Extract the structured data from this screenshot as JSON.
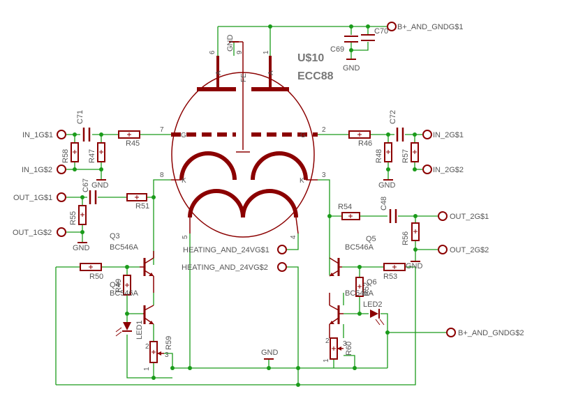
{
  "schematic": {
    "tube": {
      "name": "U$10",
      "value": "ECC88"
    },
    "tube_pins": {
      "p6": "6",
      "p9": "9",
      "p1": "1",
      "p7": "7",
      "p2": "2",
      "p8": "8",
      "p3": "3",
      "p5": "5",
      "p4": "4",
      "a1": "A",
      "a2": "A",
      "fe": "FE",
      "g1": "G",
      "g2": "G",
      "k1": "K",
      "k2": "K"
    },
    "connectors": {
      "bplus1": "B+_AND_GNDG$1",
      "bplus2": "B+_AND_GNDG$2",
      "in1g1": "IN_1G$1",
      "in1g2": "IN_1G$2",
      "in2g1": "IN_2G$1",
      "in2g2": "IN_2G$2",
      "out1g1": "OUT_1G$1",
      "out1g2": "OUT_1G$2",
      "out2g1": "OUT_2G$1",
      "out2g2": "OUT_2G$2",
      "heat1": "HEATING_AND_24VG$1",
      "heat2": "HEATING_AND_24VG$2"
    },
    "components": {
      "c70": "C70",
      "c69": "C69",
      "c71": "C71",
      "c72": "C72",
      "c67": "C67",
      "c48": "C48",
      "r45": "R45",
      "r46": "R46",
      "r47": "R47",
      "r48": "R48",
      "r58": "R58",
      "r57": "R57",
      "r51": "R51",
      "r54": "R54",
      "r55": "R55",
      "r56": "R56",
      "r50": "R50",
      "r53": "R53",
      "r49": "R49",
      "r52": "R52",
      "r59": "R59",
      "r60": "R60",
      "q3": "Q3",
      "q3v": "BC546A",
      "q4": "Q4",
      "q4v": "BC546A",
      "q5": "Q5",
      "q5v": "BC546A",
      "q6": "Q6",
      "q6v": "BC546A",
      "led1": "LED1",
      "led2": "LED2"
    },
    "grounds": {
      "g_top": "GND",
      "g_c69": "GND",
      "g_in1": "GND",
      "g_in2": "GND",
      "g_out1": "GND",
      "g_out2": "GND",
      "g_bottom": "GND"
    },
    "pot_pins": {
      "p1": "1",
      "p2": "2",
      "p3": "3"
    },
    "colors": {
      "wire": "#1a9b1a",
      "device": "#8b0000",
      "label": "#555555"
    }
  }
}
